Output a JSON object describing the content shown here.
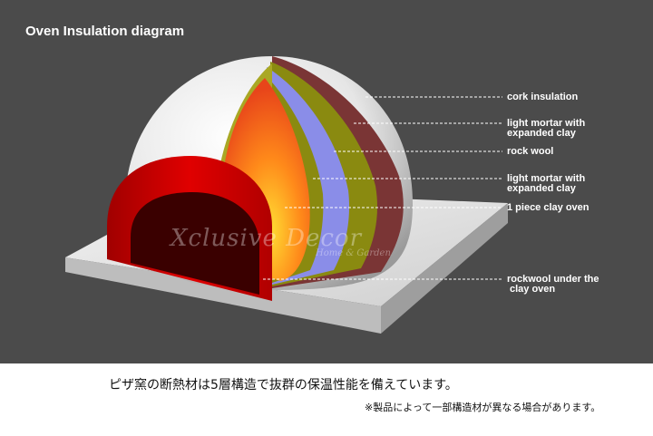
{
  "title": "Oven Insulation diagram",
  "labels": [
    {
      "id": "cork",
      "lines": [
        "cork insulation"
      ]
    },
    {
      "id": "mortar1",
      "lines": [
        "light mortar with",
        "expanded clay"
      ]
    },
    {
      "id": "rockwool",
      "lines": [
        "rock wool"
      ]
    },
    {
      "id": "mortar2",
      "lines": [
        "light mortar with",
        "expanded clay"
      ]
    },
    {
      "id": "clay",
      "lines": [
        "1 piece clay oven"
      ]
    },
    {
      "id": "under",
      "lines": [
        "rockwool under the",
        "clay oven"
      ]
    }
  ],
  "watermark": {
    "main": "Xclusive Decor",
    "sub": "Home & Garden"
  },
  "caption": {
    "main": "ピザ窯の断熱材は5層構造で抜群の保温性能を備えています。",
    "note": "※製品によって一部構造材が異なる場合があります。"
  },
  "colors": {
    "background": "#4b4b4b",
    "base": "#d9d9d9",
    "dome_outer": "#e8e8e8",
    "cork": "#7a3535",
    "mortar": "#8a8a10",
    "rockwool": "#8a8de8",
    "clay_inner": "#ff7a1a",
    "arch": "#d40000",
    "opening": "#3a0000"
  }
}
